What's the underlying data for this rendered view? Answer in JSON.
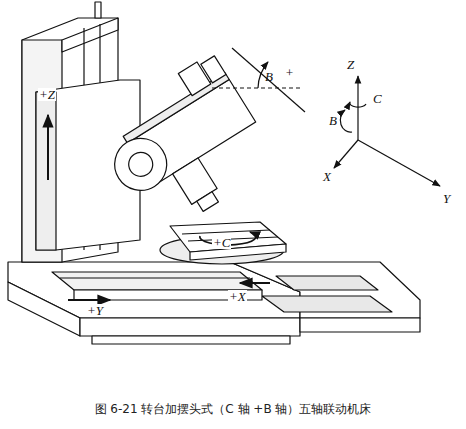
{
  "diagram": {
    "caption": "图 6-21 转台加摆头式（C 轴 +B 轴）五轴联动机床",
    "labels": [
      "+Z",
      "B",
      "+",
      "Z",
      "C",
      "B",
      "X",
      "Y",
      "+C",
      "+X",
      "+Y"
    ]
  }
}
